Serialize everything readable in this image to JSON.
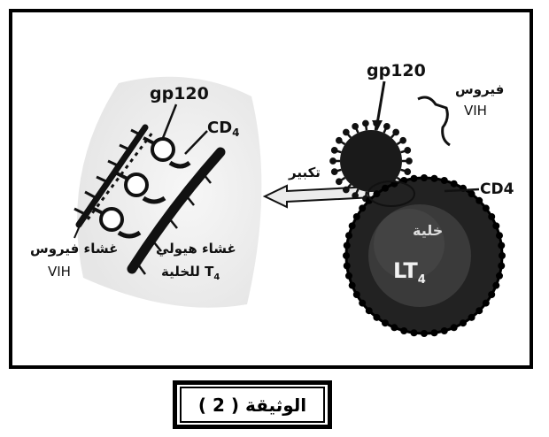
{
  "left_panel": {
    "gp120_label": "gp120",
    "cd4_label": "CD",
    "cd4_subscript": "4",
    "virus_membrane_line1": "غشاء فيروس",
    "virus_membrane_line2": "VIH",
    "cell_membrane_line1": "غشاء هيولي",
    "cell_membrane_line2": "للخلية T",
    "cell_membrane_subscript": "4"
  },
  "right_panel": {
    "gp120_label": "gp120",
    "virus_line1": "فيروس",
    "virus_line2": "VIH",
    "cd4_label": "CD4",
    "zoom_label": "تكبير",
    "cell_line1": "خلية",
    "cell_line2": "LT",
    "cell_subscript": "4"
  },
  "caption": {
    "text": "الوثيقة ( 2 )"
  },
  "colors": {
    "ink": "#111111",
    "cell_dark": "#1e1e1e",
    "zoom_fill": "#ececec"
  }
}
